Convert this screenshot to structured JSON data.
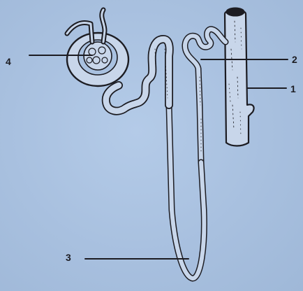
{
  "labels": {
    "one": "1",
    "two": "2",
    "three": "3",
    "four": "4"
  },
  "colors": {
    "background": "#a9c1e0",
    "ink": "#1c1c22",
    "tissue": "#c8d6ea"
  }
}
